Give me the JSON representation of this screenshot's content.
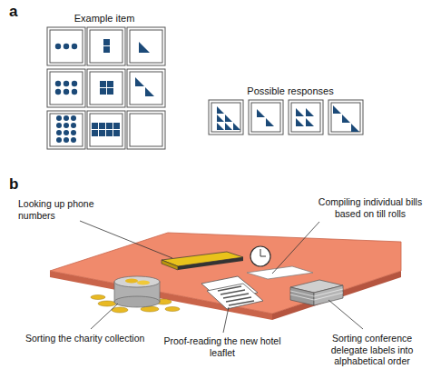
{
  "diagram": {
    "labels": [
      "a",
      "Example item",
      "Possible responses",
      "b",
      "Looking up phone numbers",
      "Compiling individual bills based on till rolls",
      "Sorting the charity collection",
      "Proof-reading the new hotel leaflet",
      "Sorting conference delegate labels into alphabetical order"
    ]
  }
}
